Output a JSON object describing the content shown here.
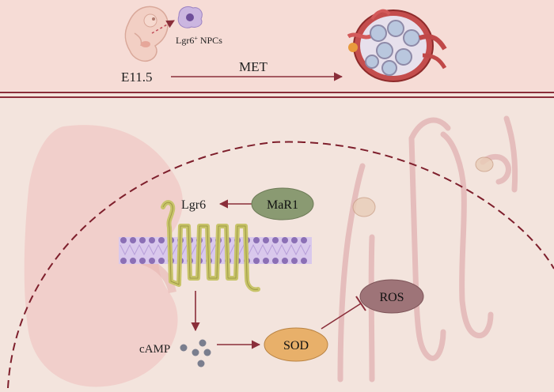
{
  "top_panel": {
    "stage_label": "E11.5",
    "cell_label_main": "Lgr6",
    "cell_label_sup": "+",
    "cell_label_rest": " NPCs",
    "arrow_label": "MET"
  },
  "pathway": {
    "ligand_label": "MaR1",
    "receptor_label": "Lgr6",
    "messenger_label": "cAMP",
    "enzyme_label": "SOD",
    "target_label": "ROS"
  },
  "colors": {
    "background": "#f3e4dd",
    "top_band": "#f6dcd6",
    "divider": "#8a2e3a",
    "arrow": "#8a2e3a",
    "kidney": "#f0c8c4",
    "membrane": "#8b6fb5",
    "receptor": "#c8c46a",
    "mar1_fill": "#8a9a72",
    "sod_fill": "#e8b06a",
    "ros_fill": "#9e7478",
    "camp_dot": "#7a7e8e"
  }
}
